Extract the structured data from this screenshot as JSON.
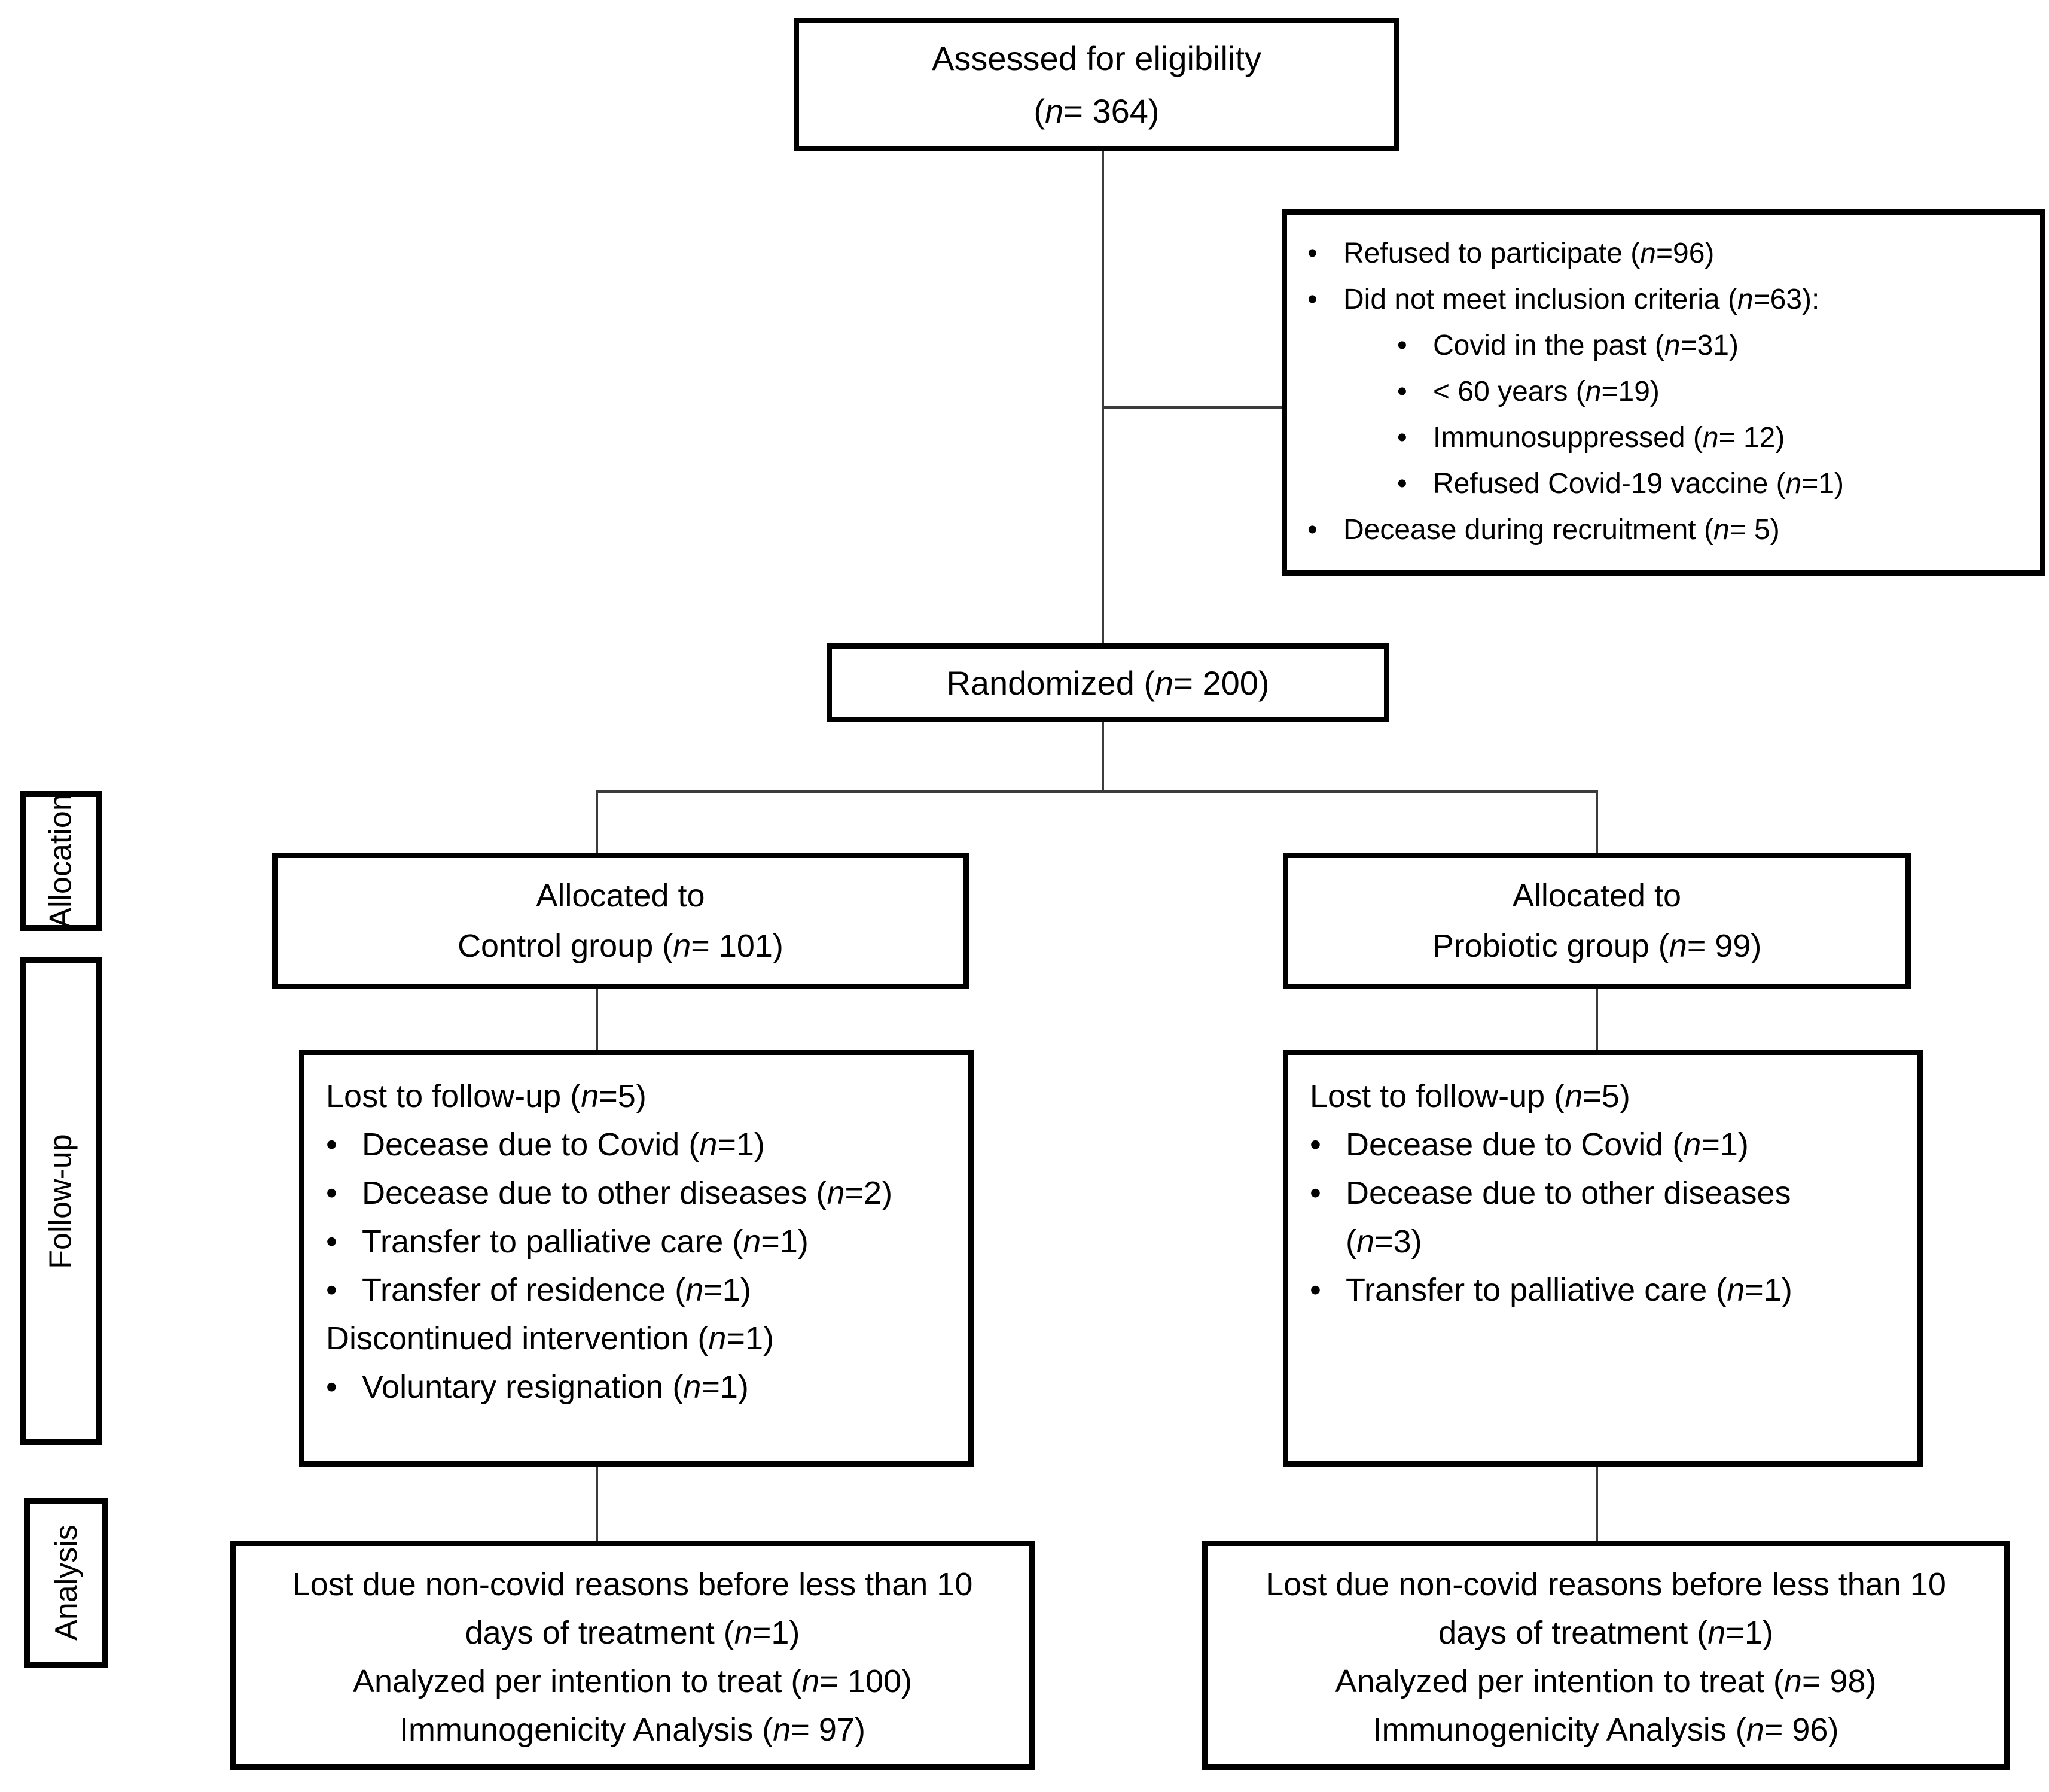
{
  "figure": {
    "kind": "consort-flow-diagram",
    "bullet_char": "•",
    "colors": {
      "background": "#ffffff",
      "box_border": "#000000",
      "connector": "#3c3c3c",
      "text": "#000000"
    },
    "stage_labels": {
      "allocation": "Allocation",
      "followup": "Follow-up",
      "analysis": "Analysis"
    },
    "boxes": {
      "assessed": {
        "line1": "Assessed for eligibility",
        "line2": "(n= 364)"
      },
      "excluded": {
        "items": [
          {
            "level": 0,
            "text": "Refused to participate (n=96)"
          },
          {
            "level": 0,
            "text": "Did not meet inclusion criteria (n=63):"
          },
          {
            "level": 1,
            "text": "Covid in the past (n=31)"
          },
          {
            "level": 1,
            "text": "< 60 years (n=19)"
          },
          {
            "level": 1,
            "text": "Immunosuppressed (n= 12)"
          },
          {
            "level": 1,
            "text": "Refused Covid-19 vaccine (n=1)"
          },
          {
            "level": 0,
            "text": "Decease during recruitment (n= 5)"
          }
        ]
      },
      "randomized": {
        "text": "Randomized (n= 200)"
      },
      "allocated_control": {
        "line1": "Allocated to",
        "line2": "Control group (n= 101)"
      },
      "allocated_probiotic": {
        "line1": "Allocated to",
        "line2": "Probiotic group (n= 99)"
      },
      "followup_control": {
        "items": [
          {
            "bullet": false,
            "text": "Lost to follow-up (n=5)"
          },
          {
            "bullet": true,
            "text": "Decease due to Covid (n=1)"
          },
          {
            "bullet": true,
            "text": "Decease due to other diseases (n=2)"
          },
          {
            "bullet": true,
            "text": "Transfer to palliative care (n=1)"
          },
          {
            "bullet": true,
            "text": "Transfer of residence (n=1)"
          },
          {
            "bullet": false,
            "text": "Discontinued intervention (n=1)"
          },
          {
            "bullet": true,
            "text": "Voluntary resignation (n=1)"
          }
        ]
      },
      "followup_probiotic": {
        "items": [
          {
            "bullet": false,
            "text": "Lost to follow-up (n=5)"
          },
          {
            "bullet": true,
            "text": "Decease due to Covid (n=1)"
          },
          {
            "bullet": true,
            "text": "Decease due to other diseases (n=3)"
          },
          {
            "bullet": true,
            "text": "Transfer to palliative care (n=1)"
          }
        ]
      },
      "analysis_control": {
        "items": [
          "Lost due non-covid reasons before less than 10 days of treatment (n=1)",
          "Analyzed per intention to treat (n= 100)",
          "Immunogenicity Analysis (n= 97)"
        ]
      },
      "analysis_probiotic": {
        "items": [
          "Lost due non-covid reasons before less than 10 days of treatment (n=1)",
          "Analyzed per intention to treat (n= 98)",
          "Immunogenicity Analysis (n= 96)"
        ]
      }
    }
  }
}
